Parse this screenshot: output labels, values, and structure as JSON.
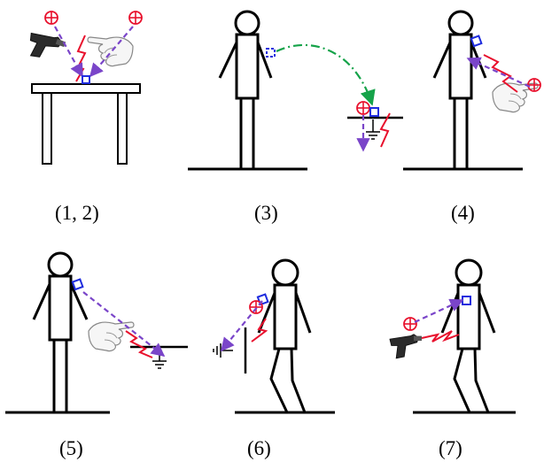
{
  "panels": [
    {
      "id": "p12",
      "caption": "(1, 2)"
    },
    {
      "id": "p3",
      "caption": "(3)"
    },
    {
      "id": "p4",
      "caption": "(4)"
    },
    {
      "id": "p5",
      "caption": "(5)"
    },
    {
      "id": "p6",
      "caption": "(6)"
    },
    {
      "id": "p7",
      "caption": "(7)"
    }
  ],
  "colors": {
    "positive_marker": "#e8112d",
    "contact_square": "#1f2dde",
    "discharge_path": "#7a45c9",
    "transfer_path": "#16a34a",
    "spark": "#e8112d",
    "outline": "#000000"
  },
  "icons": [
    "esd-gun-icon",
    "pointing-hand-icon",
    "spark-icon",
    "positive-charge-icon",
    "ground-symbol-icon",
    "contact-point-icon",
    "stick-figure",
    "table"
  ]
}
